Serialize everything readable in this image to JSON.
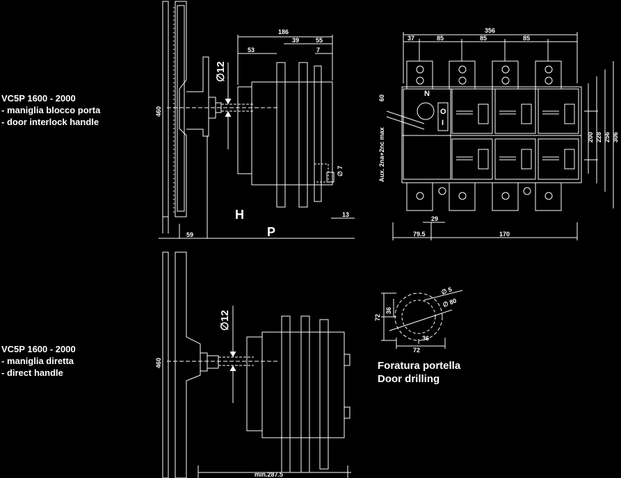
{
  "top_caption": [
    "VC5P 1600 - 2000",
    "- maniglia blocco porta",
    "- door interlock handle"
  ],
  "bottom_caption": [
    "VC5P 1600 - 2000",
    "- maniglia diretta",
    "- direct handle"
  ],
  "drilling_caption": [
    "Foratura portella",
    "Door drilling"
  ],
  "side_top": {
    "height": "460",
    "handle_base": "59",
    "shaft_dia": "∅12",
    "dims": [
      "186",
      "53",
      "39",
      "55",
      "7",
      "∅ 7",
      "13"
    ],
    "H": "H",
    "P": "P"
  },
  "front": {
    "total_width": "356",
    "segments": [
      "37",
      "85",
      "85",
      "85"
    ],
    "heights": [
      "200",
      "228",
      "256",
      "306"
    ],
    "aux": "Aux. 2na+2nc max",
    "aux_h": "60",
    "neutral": "N",
    "on": "I",
    "off": "O",
    "offset_bottom": "29",
    "bottom_left": "79.5",
    "bottom_right": "170"
  },
  "side_bottom": {
    "height": "460",
    "shaft_dia": "∅12",
    "min_depth": "min.287.5"
  },
  "drilling": {
    "hole_small": "∅ 5",
    "hole_big": "∅ 80",
    "dims": [
      "36",
      "72",
      "36",
      "72"
    ]
  }
}
